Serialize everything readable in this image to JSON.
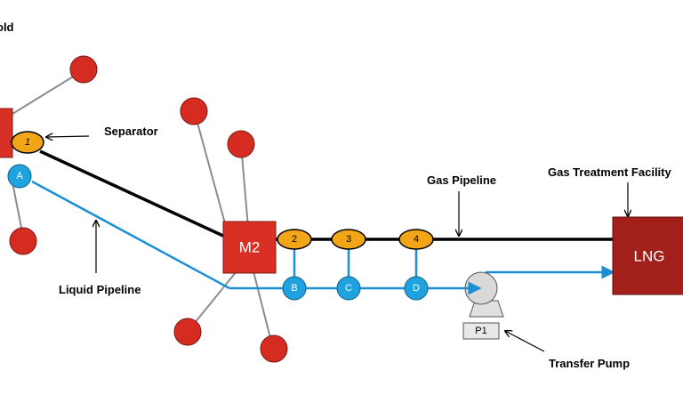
{
  "labels": {
    "corner": "old",
    "separator": "Separator",
    "gas_pipeline": "Gas Pipeline",
    "gas_treatment": "Gas Treatment Facility",
    "liquid_pipeline": "Liquid Pipeline",
    "transfer_pump": "Transfer Pump"
  },
  "facilities": {
    "manifold2": "M2",
    "lng": "LNG",
    "pump": "P1"
  },
  "separators": {
    "s1": "1",
    "s2": "2",
    "s3": "3",
    "s4": "4"
  },
  "junctions": {
    "a": "A",
    "b": "B",
    "c": "C",
    "d": "D"
  },
  "colors": {
    "manifold": "#d93025",
    "lng": "#a31f1a",
    "well": "#d62b20",
    "separator": "#f2a516",
    "junction": "#1fa3e0",
    "gas_line": "#000000",
    "liquid_line": "#1a8fd6",
    "well_line": "#8c8c8c"
  }
}
